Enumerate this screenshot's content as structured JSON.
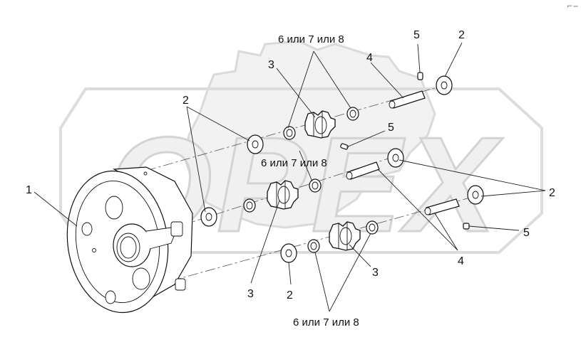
{
  "drawing": {
    "watermark_text": "OPEX",
    "corner_mark": "⌐−",
    "labels": {
      "carrier": "1",
      "washer_upper_left": "2",
      "washer_top_right": "2",
      "washer_right": "2",
      "washer_bottom": "2",
      "gear_upper": "3",
      "gear_lower_left": "3",
      "gear_lower_right": "3",
      "axle_top": "4",
      "axle_bottom_right": "4",
      "pin_top": "5",
      "pin_middle": "5",
      "pin_right": "5",
      "spacer_top": "6 или 7 или 8",
      "spacer_middle": "6 или 7 или 8",
      "spacer_bottom": "6 или 7 или 8"
    }
  }
}
